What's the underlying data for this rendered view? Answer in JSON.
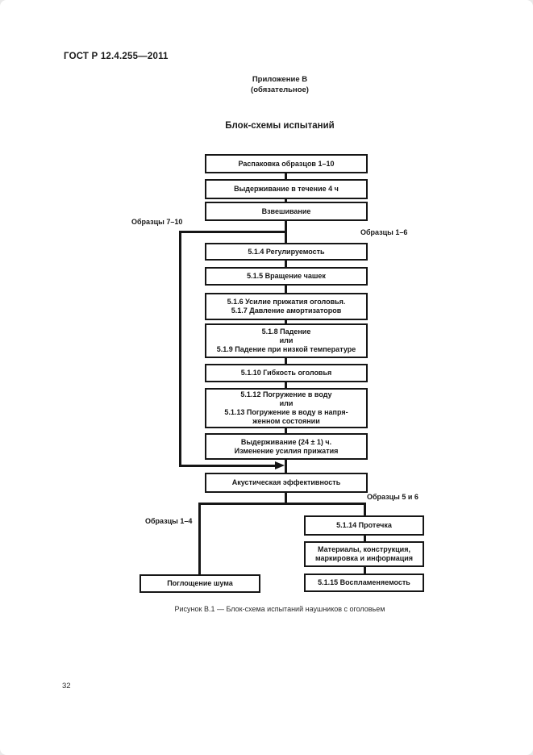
{
  "document": {
    "code": "ГОСТ Р 12.4.255—2011",
    "appendix_heading": "Приложение В",
    "appendix_note": "(обязательное)",
    "section_title": "Блок-схемы испытаний",
    "figure_caption": "Рисунок В.1 — Блок-схема испытаний наушников с оголовьем",
    "page_number": "32"
  },
  "flowchart": {
    "branch_labels": {
      "samples_7_10": "Образцы 7–10",
      "samples_1_6": "Образцы 1–6",
      "samples_5_6": "Образцы 5 и 6",
      "samples_1_4": "Образцы 1–4"
    },
    "main_chain": [
      {
        "lines": [
          "Распаковка образцов 1–10"
        ]
      },
      {
        "lines": [
          "Выдерживание в течение 4 ч"
        ]
      },
      {
        "lines": [
          "Взвешивание"
        ]
      },
      {
        "lines": [
          "5.1.4 Регулируемость"
        ]
      },
      {
        "lines": [
          "5.1.5 Вращение чашек"
        ]
      },
      {
        "lines": [
          "5.1.6 Усилие прижатия оголовья.",
          "5.1.7 Давление амортизаторов"
        ]
      },
      {
        "lines": [
          "5.1.8 Падение",
          "или",
          "5.1.9 Падение при низкой температуре"
        ]
      },
      {
        "lines": [
          "5.1.10 Гибкость оголовья"
        ]
      },
      {
        "lines": [
          "5.1.12 Погружение в воду",
          "или",
          "5.1.13 Погружение в воду в напря-",
          "женном состоянии"
        ]
      },
      {
        "lines": [
          "Выдерживание (24 ± 1) ч.",
          "Изменение усилия прижатия"
        ]
      },
      {
        "lines": [
          "Акустическая эффективность"
        ]
      }
    ],
    "left_branch_box": {
      "lines": [
        "Поглощение шума"
      ]
    },
    "right_branch_boxes": [
      {
        "lines": [
          "5.1.14 Протечка"
        ]
      },
      {
        "lines": [
          "Материалы, конструкция,",
          "маркировка и информация"
        ]
      },
      {
        "lines": [
          "5.1.15 Воспламеняемость"
        ]
      }
    ]
  }
}
